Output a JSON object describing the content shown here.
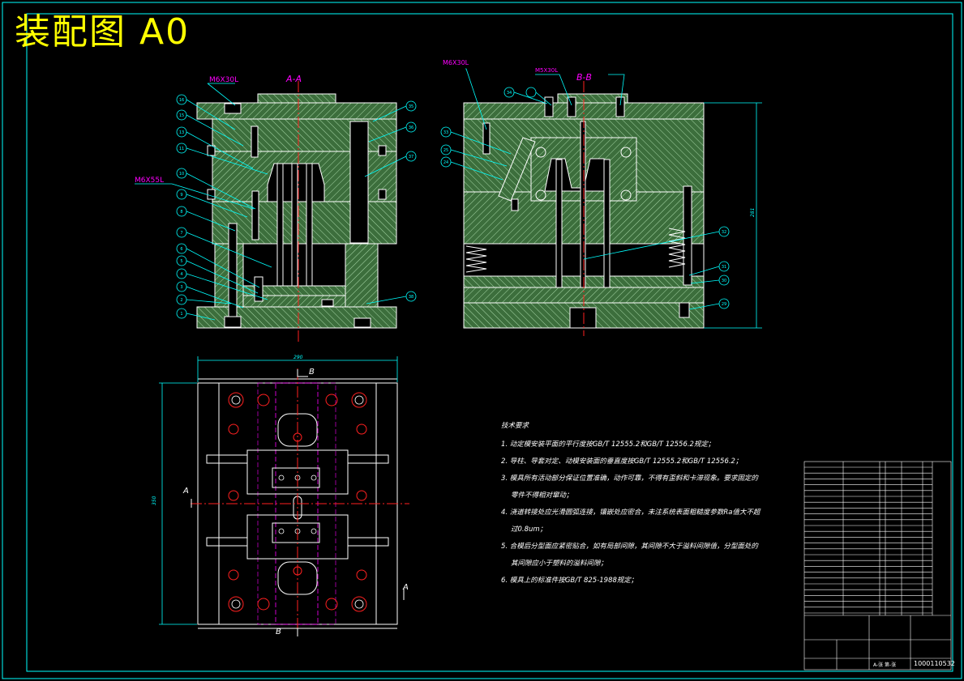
{
  "title": "装配图  A0",
  "views": {
    "section_aa": "A-A",
    "section_bb": "B-B",
    "section_mark_a": "A",
    "section_mark_b": "B",
    "ll_b_top": "B",
    "ll_b_bottom": "B",
    "side_a_left": "A",
    "side_a_right": "A"
  },
  "callouts": {
    "screw_m6x30_left": "M6X30L",
    "screw_m6x55": "M6X55L",
    "screw_m6x30_right": "M6X30L",
    "screw_m5x30": "M5X30L"
  },
  "dimensions": {
    "plan_width": "290",
    "plan_height": "350",
    "section_height": "281"
  },
  "tech_requirements": {
    "title": "技术要求",
    "items": [
      "1. 动定模安装平面的平行度按GB/T 12555.2和GB/T 12556.2规定；",
      "2. 导柱、导套对定、动模安装面的垂直度按GB/T 12555.2和GB/T 12556.2；",
      "3. 模具所有活动部分保证位置准确，动作可靠，不得有歪斜和卡滞现象。要求固定的",
      "零件不得相对窜动；",
      "4. 浇道转接处应光滑圆弧连接，镶嵌处应密合，未注系统表面粗糙度参数Ra值大不超",
      "过0.8um；",
      "5. 合模后分型面应紧密贴合，如有局部间隙，其间隙不大于溢料间隙值，分型面处的",
      "其间隙应小于塑料的溢料间隙；",
      "6. 模具上的标准件按GB/T 825-1988规定；"
    ]
  },
  "part_numbers_left": [
    "16",
    "15",
    "13",
    "11",
    "10",
    "9",
    "8",
    "7",
    "6",
    "5",
    "4",
    "3",
    "2",
    "1"
  ],
  "part_numbers_right_aa": [
    "35",
    "36",
    "37",
    "38"
  ],
  "part_numbers_bb_left": [
    "34",
    "33",
    "25",
    "24"
  ],
  "part_numbers_bb_right": [
    "32",
    "31",
    "30",
    "29"
  ],
  "title_block": {
    "drawing_number": "1000110532",
    "scale_text": "A-张 第-张"
  },
  "colors": {
    "background": "#000000",
    "frame": "#00ffff",
    "plate_fill": "#3c6e3c",
    "hatch": "#a8d8a8",
    "outline": "#ffffff",
    "centerline": "#ff2020",
    "callout_text": "#ff00ff",
    "title_text": "#ffff00",
    "dimension": "#00ffff"
  }
}
